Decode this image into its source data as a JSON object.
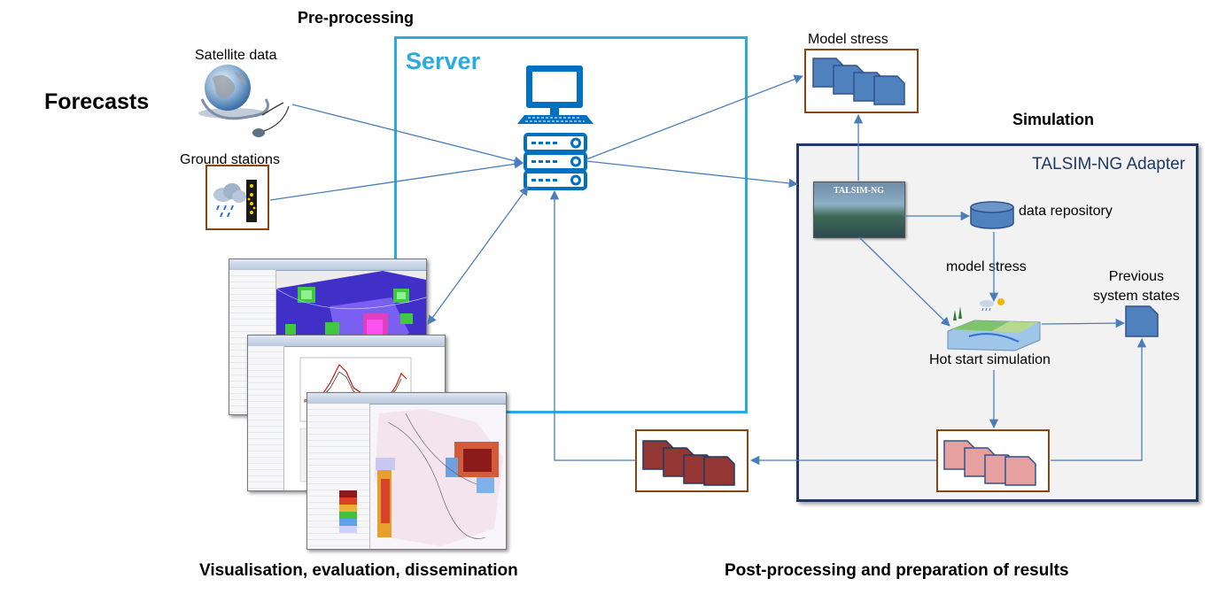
{
  "headings": {
    "forecasts": "Forecasts",
    "pre_processing": "Pre-processing",
    "simulation": "Simulation",
    "visualisation": "Visualisation, evaluation, dissemination",
    "post_processing": "Post-processing and preparation of results"
  },
  "server": {
    "title": "Server"
  },
  "inputs": {
    "satellite": "Satellite data",
    "ground": "Ground stations"
  },
  "model_stress_top": "Model stress",
  "adapter": {
    "title": "TALSIM-NG Adapter",
    "thumbnail_title": "TALSIM-NG",
    "data_repository": "data repository",
    "model_stress": "model stress",
    "previous_states": "Previous\nsystem states",
    "hot_start": "Hot start simulation"
  },
  "colors": {
    "server_border": "#29ABE2",
    "adapter_border": "#1F3864",
    "box_border": "#8B4513",
    "doc_blue": "#4F81BD",
    "doc_red": "#943634",
    "doc_pink": "#E6A0A0",
    "arrow": "#4A7EBB"
  }
}
